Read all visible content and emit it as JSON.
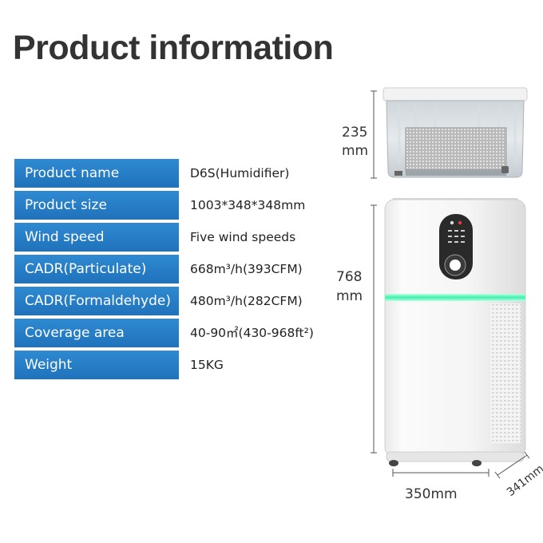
{
  "page": {
    "title": "Product information"
  },
  "specs": [
    {
      "label": "Product name",
      "value": "D6S(Humidifier)"
    },
    {
      "label": "Product size",
      "value": "1003*348*348mm"
    },
    {
      "label": "Wind speed",
      "value": "Five wind speeds"
    },
    {
      "label": "CADR(Particulate)",
      "value": "668m³/h(393CFM)"
    },
    {
      "label": "CADR(Formaldehyde)",
      "value": "480m³/h(282CFM)"
    },
    {
      "label": "Coverage area",
      "value": "40-90㎡(430-968ft²)"
    },
    {
      "label": "Weight",
      "value": "15KG"
    }
  ],
  "dimensions": {
    "humidifier_height_value": "235",
    "humidifier_height_unit": "mm",
    "purifier_height_value": "768",
    "purifier_height_unit": "mm",
    "width": "350mm",
    "depth": "341mm"
  },
  "colors": {
    "table_label_bg": "#2583c9",
    "light_strip": "#4af0b4",
    "device_body": "#f4f4f4",
    "control_panel": "#2a2a2a"
  }
}
